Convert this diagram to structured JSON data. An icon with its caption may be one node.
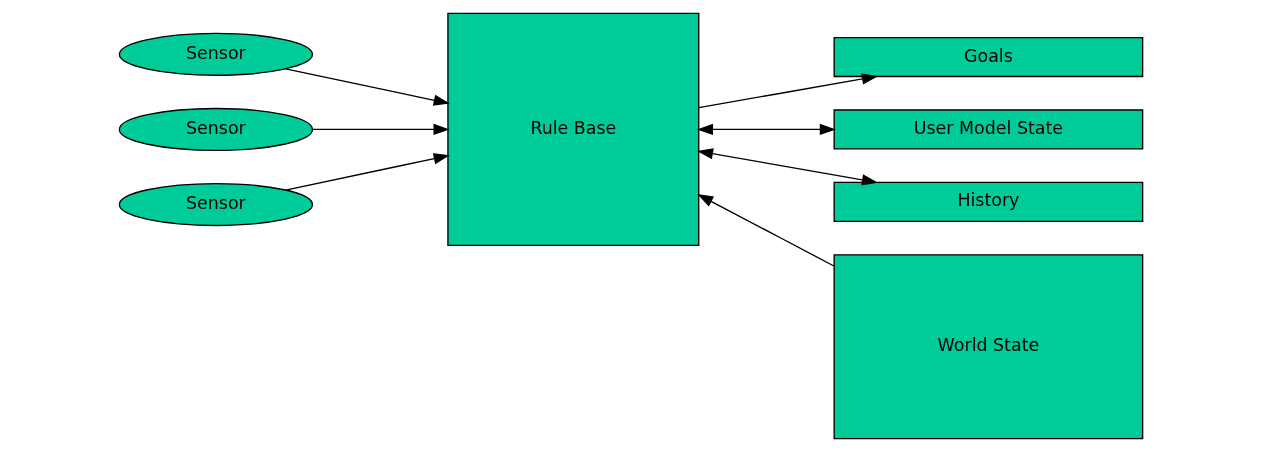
{
  "diagram": {
    "nodes": [
      {
        "text": [
          "Rule Base"
        ]
      },
      {
        "text": [
          "Goals"
        ]
      },
      {
        "text": [
          "User Model State"
        ]
      },
      {
        "text": [
          "History"
        ]
      },
      {
        "text": [
          "World State"
        ]
      },
      {
        "text": [
          "Sensor"
        ]
      },
      {
        "text": [
          "Sensor"
        ]
      },
      {
        "text": [
          "Sensor"
        ]
      }
    ],
    "edges": [
      {
        "from": 0,
        "to": 1,
        "arrow": "to"
      },
      {
        "from": 0,
        "to": 2,
        "arrow": "both"
      },
      {
        "from": 0,
        "to": 3,
        "arrow": "both"
      },
      {
        "from": 4,
        "to": 0,
        "arrow": "to"
      },
      {
        "from": 5,
        "to": 0,
        "arrow": "to"
      },
      {
        "from": 6,
        "to": 0,
        "arrow": "to"
      },
      {
        "from": 7,
        "to": 0,
        "arrow": "to"
      }
    ]
  }
}
